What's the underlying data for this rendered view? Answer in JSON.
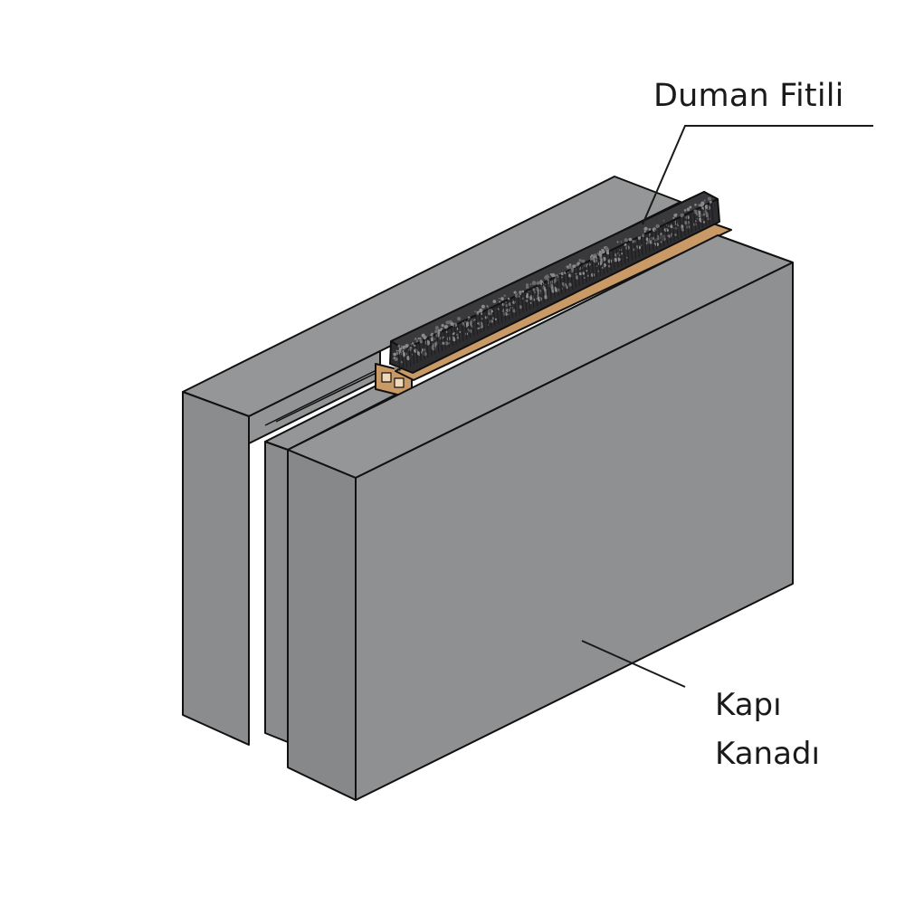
{
  "labels": {
    "smoke_seal": "Duman Fitili",
    "door_leaf_line1": "Kapı",
    "door_leaf_line2": "Kanadı"
  },
  "colors": {
    "panel_face": "#8f9091",
    "panel_top": "#959697",
    "panel_side": "#87888a",
    "outline": "#111111",
    "seal_wood": "#c99a66",
    "brush_dark": "#2a2a2c",
    "leader_line": "#1a1a1a"
  }
}
